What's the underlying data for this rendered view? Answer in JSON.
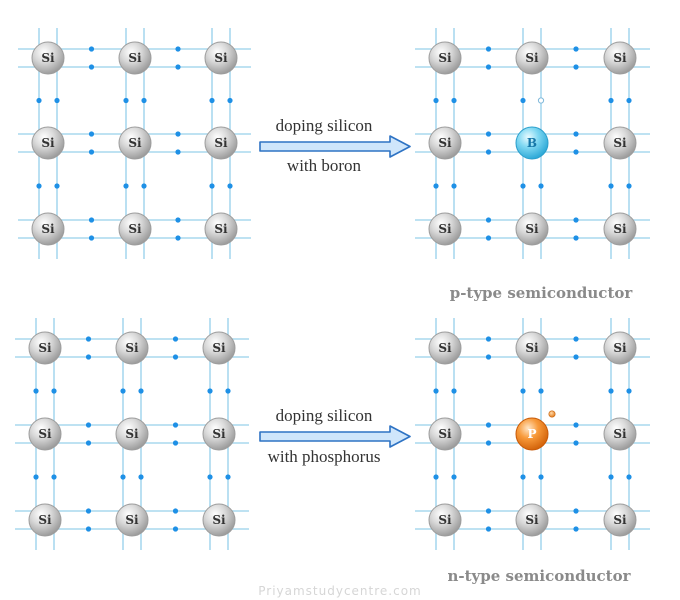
{
  "diagram": {
    "p_type": {
      "arrow_line1": "doping silicon",
      "arrow_line2": "with boron",
      "caption": "p-type semiconductor",
      "host_label": "Si",
      "dopant_label": "B"
    },
    "n_type": {
      "arrow_line1": "doping silicon",
      "arrow_line2": "with phosphorus",
      "caption": "n-type semiconductor",
      "host_label": "Si",
      "dopant_label": "P"
    },
    "watermark": "Priyamstudycentre.com"
  },
  "colors": {
    "bond_line": "#a9d8ee",
    "electron": "#1e90e6",
    "silicon": "#b9b9b9",
    "boron": "#5cc8ea",
    "phosphorus": "#f58a1f",
    "arrow_fill": "#cfe6fb",
    "arrow_stroke": "#2e73c4",
    "caption": "#8a8a8a"
  }
}
